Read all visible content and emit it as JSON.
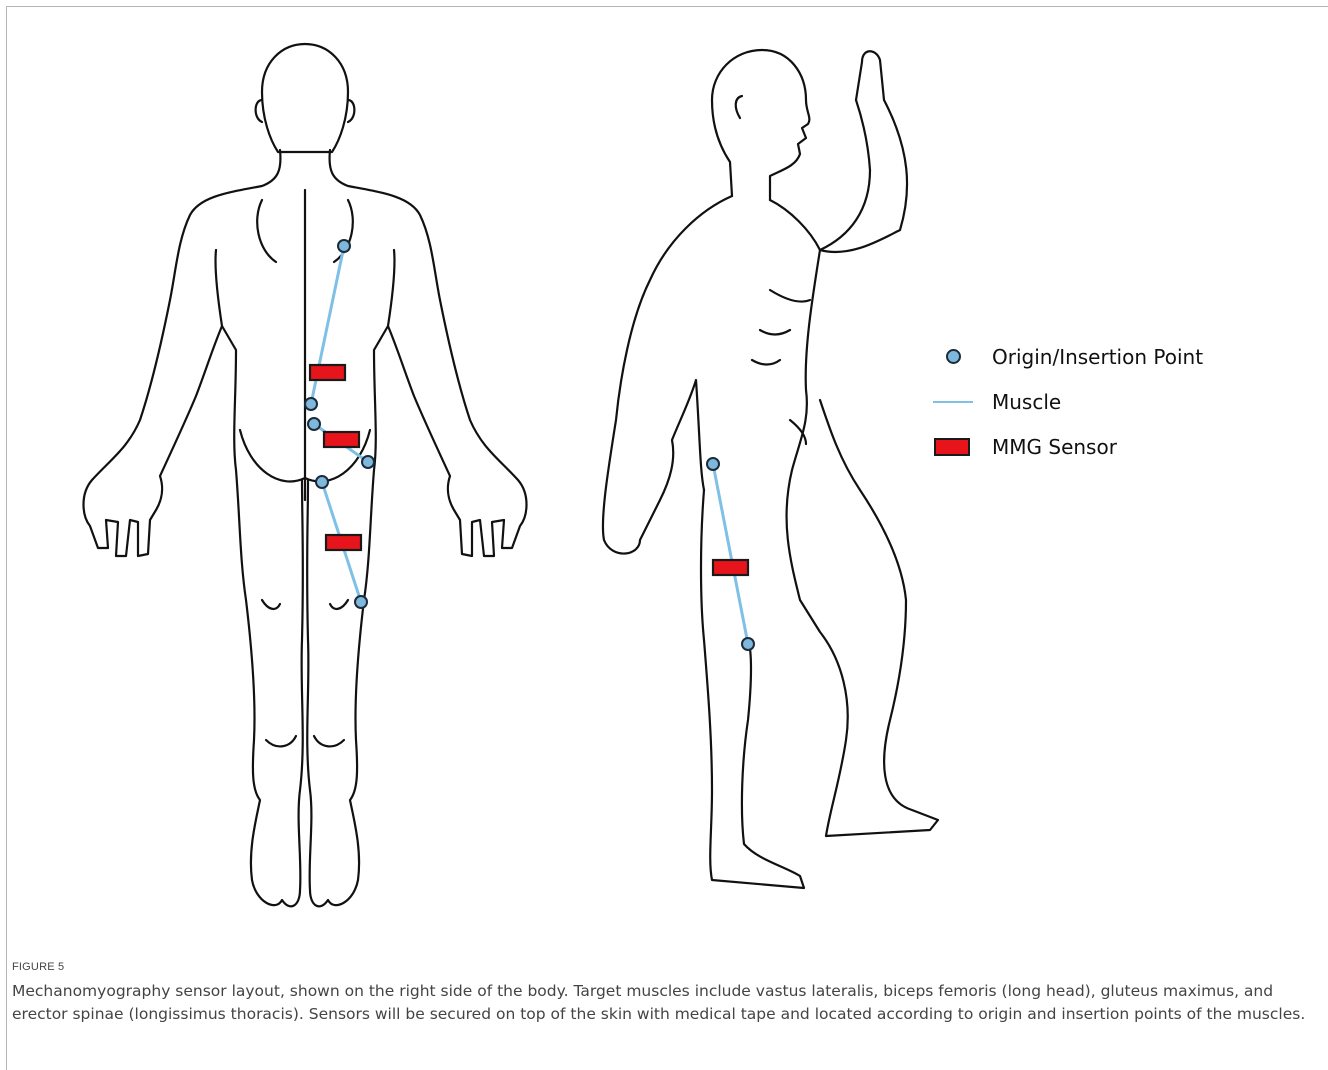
{
  "legend": {
    "items": [
      {
        "label": "Origin/Insertion Point",
        "marker": "circle"
      },
      {
        "label": "Muscle",
        "marker": "line"
      },
      {
        "label": "MMG Sensor",
        "marker": "rectangle"
      }
    ]
  },
  "colors": {
    "muscle_line": "#7fc1e6",
    "point_fill": "#7fb8dd",
    "sensor_fill": "#e8141b",
    "outline": "#1a1a1a"
  },
  "caption": {
    "label": "FIGURE 5",
    "text": "Mechanomyography sensor layout, shown on the right side of the body. Target muscles include vastus lateralis, biceps femoris (long head), gluteus maximus, and erector spinae (longissimus thoracis). Sensors will be secured on top of the skin with medical tape and located according to origin and insertion points of the muscles."
  }
}
